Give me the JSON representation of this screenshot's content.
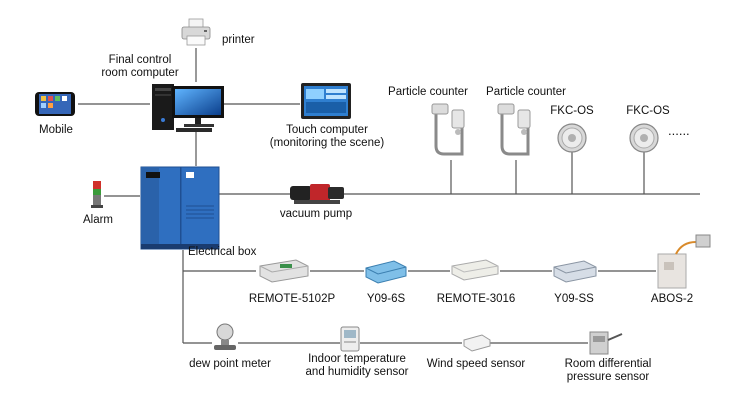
{
  "diagram": {
    "nodes": {
      "printer": "printer",
      "final_control": "Final control\nroom computer",
      "mobile": "Mobile",
      "touch_computer": "Touch computer\n(monitoring the scene)",
      "particle_counter_1": "Particle counter",
      "particle_counter_2": "Particle counter",
      "fkc_os_1": "FKC-OS",
      "fkc_os_2": "FKC-OS",
      "more": "......",
      "alarm": "Alarm",
      "vacuum_pump": "vacuum pump",
      "electrical_box": "Electrical box",
      "remote_5102p": "REMOTE-5102P",
      "y09_6s": "Y09-6S",
      "remote_3016": "REMOTE-3016",
      "y09_ss": "Y09-SS",
      "abos_2": "ABOS-2",
      "dew_point_meter": "dew point meter",
      "indoor_temp": "Indoor temperature\nand humidity sensor",
      "wind_speed": "Wind speed sensor",
      "room_diff_pressure": "Room differential\npressure sensor"
    },
    "colors": {
      "line": "#555555",
      "cabinet": "#2f6fc0",
      "cabinet_dark": "#1f4f92"
    }
  }
}
